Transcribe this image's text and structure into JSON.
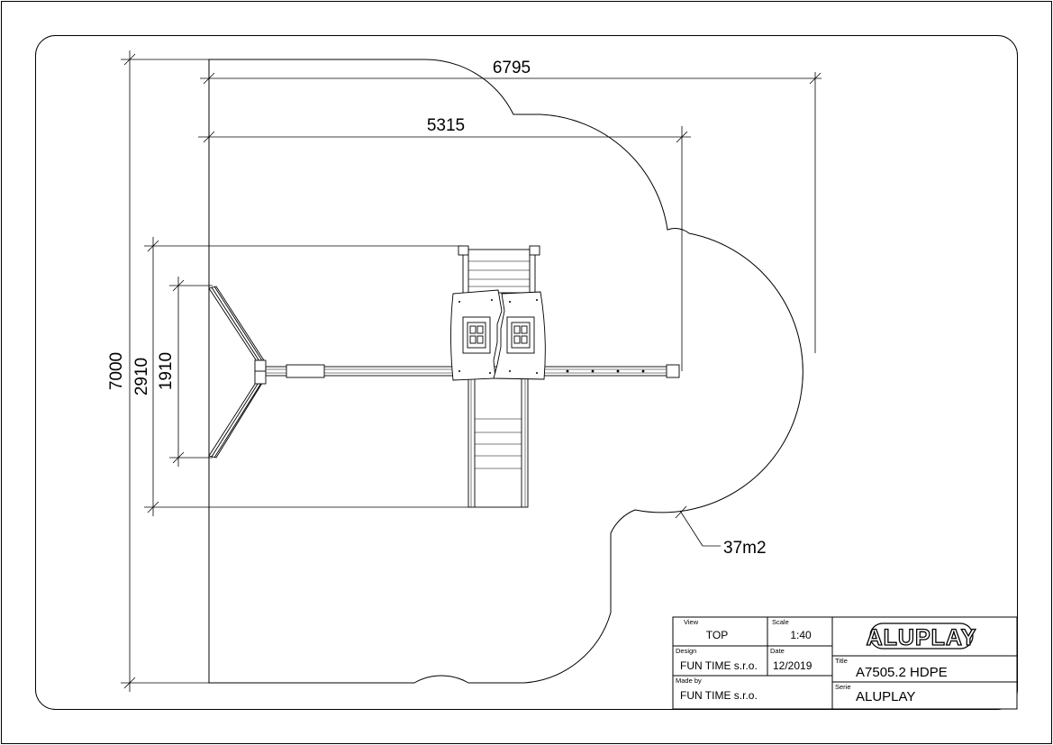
{
  "dimensions": {
    "overall_width": "6795",
    "structure_width": "5315",
    "overall_depth": "7000",
    "structure_depth": "2910",
    "swing_depth": "1910",
    "area": "37m2"
  },
  "title_block": {
    "view_label": "View",
    "view_value": "TOP",
    "scale_label": "Scale",
    "scale_value": "1:40",
    "design_label": "Design",
    "design_value": "FUN TIME s.r.o.",
    "date_label": "Date",
    "date_value": "12/2019",
    "made_by_label": "Made by",
    "made_by_value": "FUN TIME s.r.o.",
    "title_label": "Title",
    "title_value": "A7505.2 HDPE",
    "serie_label": "Serie",
    "serie_value": "ALUPLAY",
    "logo_text": "ALUPLAY"
  }
}
